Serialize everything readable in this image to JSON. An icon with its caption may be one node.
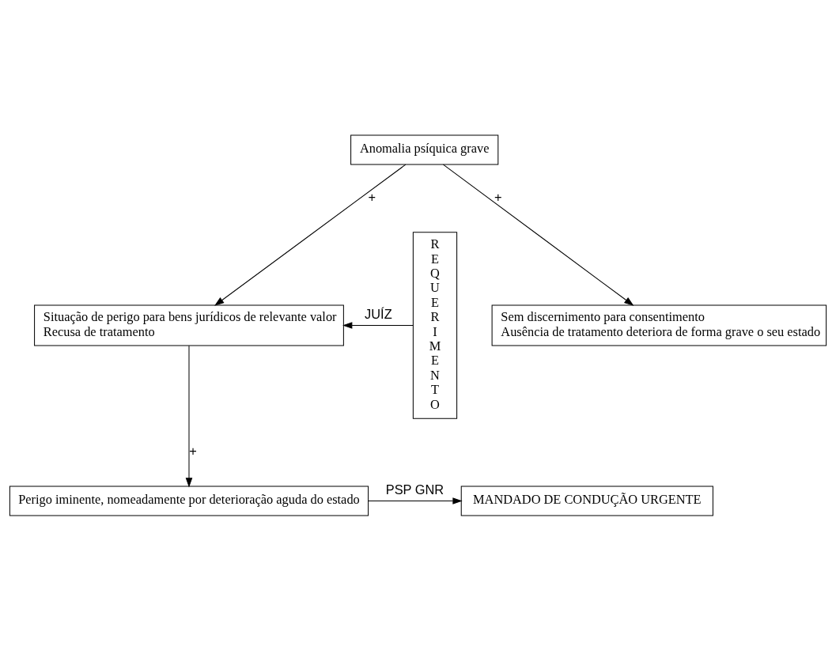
{
  "diagram": {
    "nodes": [
      {
        "text": [
          "Anomalia psíquica grave"
        ]
      },
      {
        "text": [
          "REQUERIMENTO"
        ]
      },
      {
        "text": [
          "Situação de perigo para bens jurídicos de relevante valor",
          "Recusa de tratamento"
        ]
      },
      {
        "text": [
          "Sem discernimento para consentimento",
          "Ausência de tratamento deteriora de forma grave o seu estado"
        ]
      },
      {
        "text": [
          "Perigo iminente, nomeadamente por deterioração aguda do estado"
        ]
      },
      {
        "text": [
          "MANDADO DE CONDUÇÃO URGENTE"
        ]
      }
    ],
    "edges": [
      {
        "from": 0,
        "to": 2,
        "arrow": "to",
        "label": "+"
      },
      {
        "from": 0,
        "to": 3,
        "arrow": "to",
        "label": "+"
      },
      {
        "from": 1,
        "to": 2,
        "arrow": "to",
        "label": "JUÍZ"
      },
      {
        "from": 2,
        "to": 4,
        "arrow": "to",
        "label": "+"
      },
      {
        "from": 4,
        "to": 5,
        "arrow": "to",
        "label": "PSP GNR"
      }
    ]
  }
}
